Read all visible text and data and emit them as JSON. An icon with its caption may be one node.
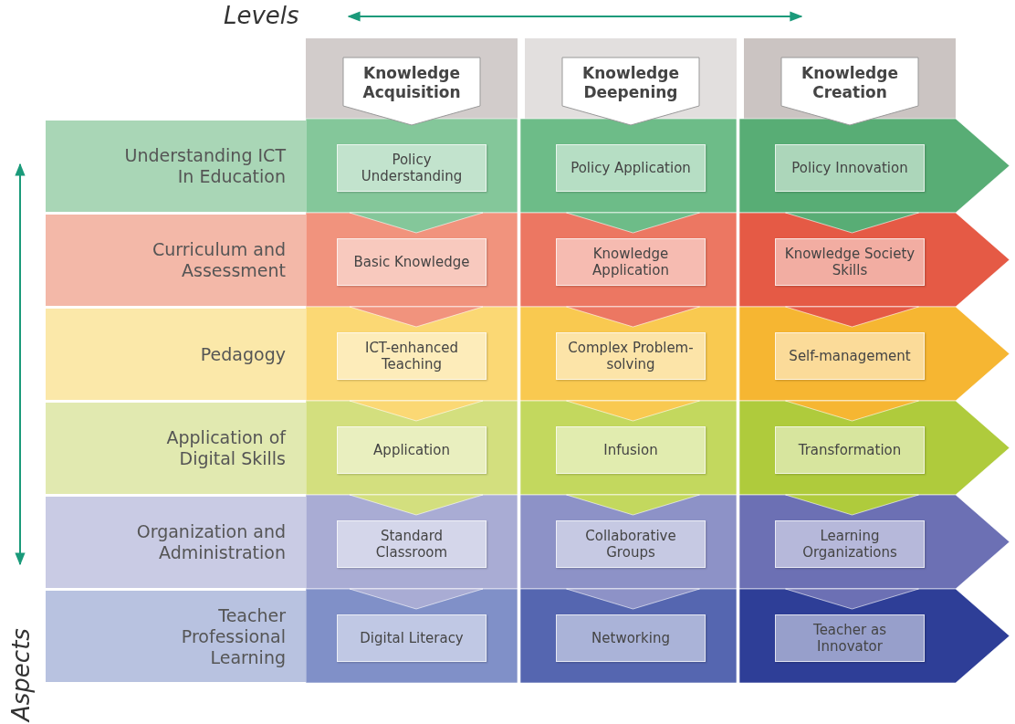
{
  "diagram": {
    "nodes": [
      {
        "text": [
          "Knowledge Acquisition"
        ]
      },
      {
        "text": [
          "Knowledge Deepening"
        ]
      },
      {
        "text": [
          "Knowledge Creation"
        ]
      },
      {
        "text": [
          "Understanding ICT In Education"
        ]
      },
      {
        "text": [
          "Policy Understanding"
        ]
      },
      {
        "text": [
          "Policy Application"
        ]
      },
      {
        "text": [
          "Policy Innovation"
        ]
      },
      {
        "text": [
          "Curriculum and Assessment"
        ]
      },
      {
        "text": [
          "Basic Knowledge"
        ]
      },
      {
        "text": [
          "Knowledge Application"
        ]
      },
      {
        "text": [
          "Knowledge Society Skills"
        ]
      },
      {
        "text": [
          "Pedagogy"
        ]
      },
      {
        "text": [
          "ICT-enhanced Teaching"
        ]
      },
      {
        "text": [
          "Complex Problem-solving"
        ]
      },
      {
        "text": [
          "Self-management"
        ]
      },
      {
        "text": [
          "Application of Digital Skills"
        ]
      },
      {
        "text": [
          "Application"
        ]
      },
      {
        "text": [
          "Infusion"
        ]
      },
      {
        "text": [
          "Transformation"
        ]
      },
      {
        "text": [
          "Organization and Administration"
        ]
      },
      {
        "text": [
          "Standard Classroom"
        ]
      },
      {
        "text": [
          "Collaborative Groups"
        ]
      },
      {
        "text": [
          "Learning Organizations"
        ]
      },
      {
        "text": [
          "Teacher Professional Learning"
        ]
      },
      {
        "text": [
          "Digital Literacy"
        ]
      },
      {
        "text": [
          "Networking"
        ]
      },
      {
        "text": [
          "Teacher as Innovator"
        ]
      }
    ],
    "edges": [],
    "labels": [
      "Levels",
      "Aspects"
    ]
  }
}
